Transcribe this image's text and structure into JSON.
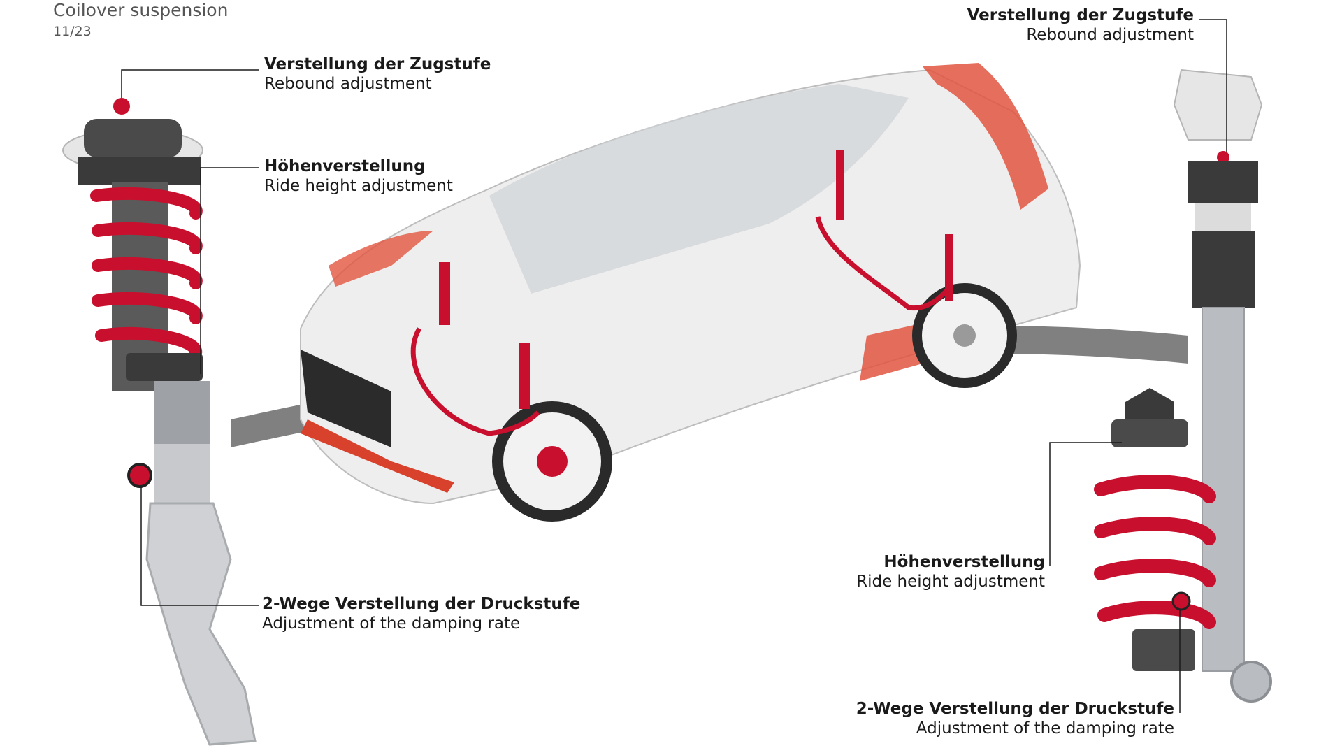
{
  "header": {
    "title": "Coilover suspension",
    "page": "11/23"
  },
  "callouts": {
    "left_rebound": {
      "de": "Verstellung der Zugstufe",
      "en": "Rebound adjustment"
    },
    "left_height": {
      "de": "Höhenverstellung",
      "en": "Ride height adjustment"
    },
    "left_damping": {
      "de": "2-Wege Verstellung der Druckstufe",
      "en": "Adjustment of the damping rate"
    },
    "right_rebound": {
      "de": "Verstellung der Zugstufe",
      "en": "Rebound adjustment"
    },
    "right_height": {
      "de": "Höhenverstellung",
      "en": "Ride height adjustment"
    },
    "right_damping": {
      "de": "2-Wege Verstellung der Druckstufe",
      "en": "Adjustment of the damping rate"
    }
  },
  "colors": {
    "accent_red": "#c8102e",
    "car_body": "#e9e9e9",
    "wrap_red": "#e2553f",
    "metal": "#b9bcc0",
    "dark": "#3a3a3a"
  }
}
